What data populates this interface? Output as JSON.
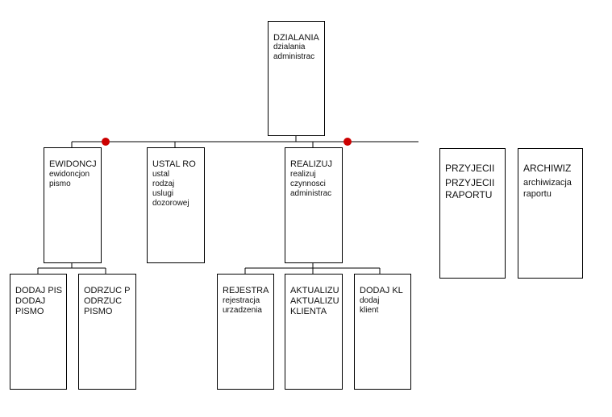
{
  "nodes": {
    "root": {
      "title": "DZIALANIA",
      "desc": "dzialania\nadministrac"
    },
    "ewidencja": {
      "title": "EWIDONCJ",
      "desc": "ewidoncjon\npismo"
    },
    "ustal": {
      "title": "USTAL RO",
      "desc": "ustal\nrodzaj\nuslugi\ndozorowej"
    },
    "realizuj": {
      "title": "REALIZUJ",
      "desc": "realizuj\nczynnosci\nadministrac"
    },
    "przyjecie": {
      "title": "PRZYJECII",
      "desc": "PRZYJECII\nRAPORTU"
    },
    "archiwizuj": {
      "title": "ARCHIWIZ",
      "desc": "archiwizacja\nraportu"
    },
    "dodaj_pismo": {
      "title": "DODAJ PIS",
      "desc": "DODAJ\nPISMO"
    },
    "odrzuc": {
      "title": "ODRZUC P",
      "desc": "ODRZUC\nPISMO"
    },
    "rejestracja": {
      "title": "REJESTRA",
      "desc": "rejestracja\nurzadzenia"
    },
    "aktualizuj": {
      "title": "AKTUALIZU",
      "desc": "AKTUALIZU\nKLIENTA"
    },
    "dodaj_klient": {
      "title": "DODAJ KL",
      "desc": "dodaj\nklient"
    }
  },
  "colors": {
    "line": "#000000",
    "marker": "#cc0000",
    "box_border": "#000000"
  }
}
